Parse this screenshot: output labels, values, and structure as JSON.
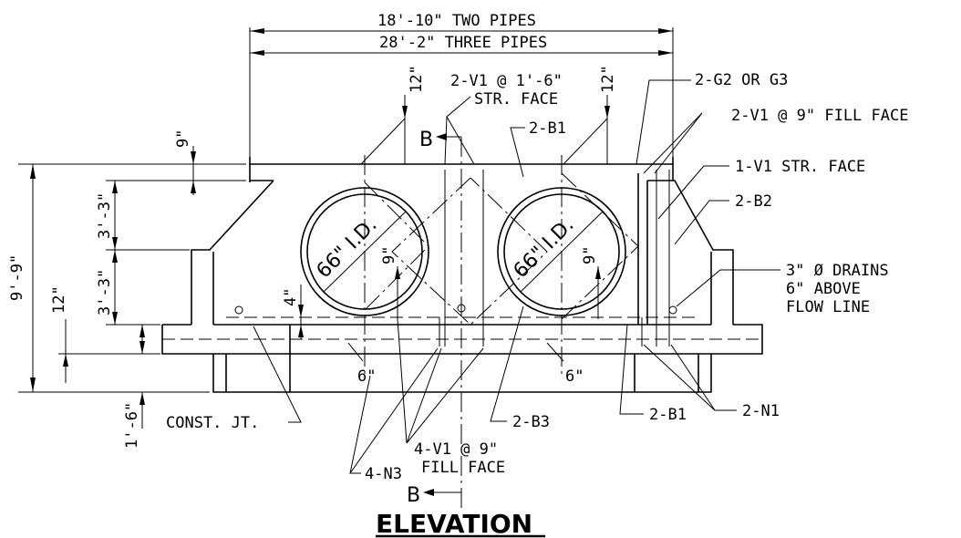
{
  "drawing": {
    "title": "ELEVATION",
    "section_mark": "B",
    "dimensions": {
      "two_pipes": "18'-10\" TWO PIPES",
      "three_pipes": "28'-2\" THREE PIPES",
      "top_9": "9\"",
      "height_total": "9'-9\"",
      "upper_wing": "3'-3\"",
      "lower_wing": "3'-3\"",
      "footing_12": "12\"",
      "footing_4": "4\"",
      "footing_depth": "1'-6\"",
      "skew_left_12": "12\"",
      "skew_right_12": "12\"",
      "pipe_left_9": "9\"",
      "pipe_right_9": "9\"",
      "six_left": "6\"",
      "six_right": "6\""
    },
    "pipe_label_left": "66\" I.D.",
    "pipe_label_right": "66\" I.D.",
    "callouts": {
      "v1_str": "2-V1 @ 1'-6\"",
      "str_face": "STR. FACE",
      "b1_top": "2-B1",
      "g2_g3": "2-G2 OR G3",
      "v1_fill": "2-V1 @  9\" FILL FACE",
      "v1_str_face": "1-V1 STR. FACE",
      "b2": "2-B2",
      "drains_1": "3\" Ø DRAINS",
      "drains_2": "6\" ABOVE",
      "drains_3": "FLOW LINE",
      "const_jt": "CONST. JT.",
      "b3": "2-B3",
      "b1_bottom": "2-B1",
      "n1": "2-N1",
      "v1_fill_1": "4-V1 @ 9\"",
      "v1_fill_2": "FILL FACE",
      "n3": "4-N3"
    }
  }
}
